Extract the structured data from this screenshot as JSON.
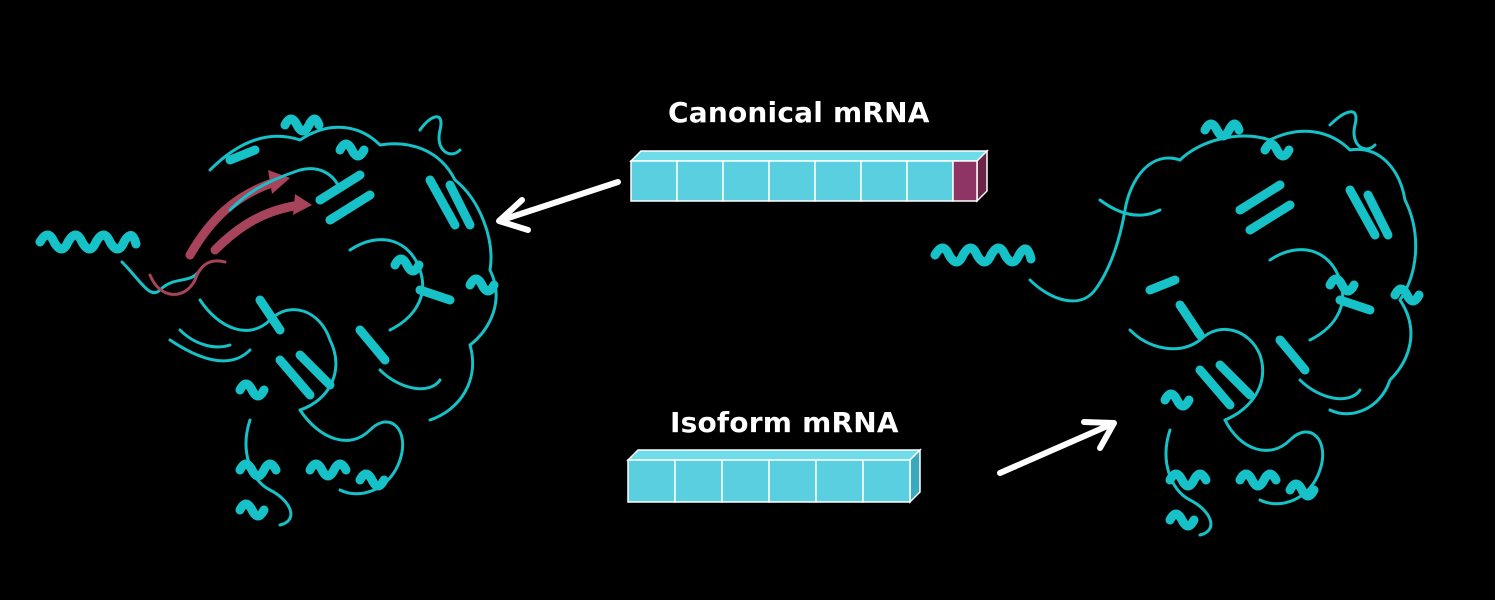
{
  "canonical": {
    "title": "Canonical mRNA",
    "segments": 7,
    "extra_segment": true,
    "segment_color": "#5acfe0",
    "extra_color": "#8f3565"
  },
  "isoform": {
    "title": "Isoform mRNA",
    "segments": 6,
    "segment_color": "#5acfe0"
  },
  "colors": {
    "background": "#000000",
    "protein": "#16c2c8",
    "highlight": "#a8435c",
    "arrow": "#ffffff"
  },
  "proteins": [
    {
      "name": "canonical-protein",
      "has_highlight": true
    },
    {
      "name": "isoform-protein",
      "has_highlight": false
    }
  ]
}
